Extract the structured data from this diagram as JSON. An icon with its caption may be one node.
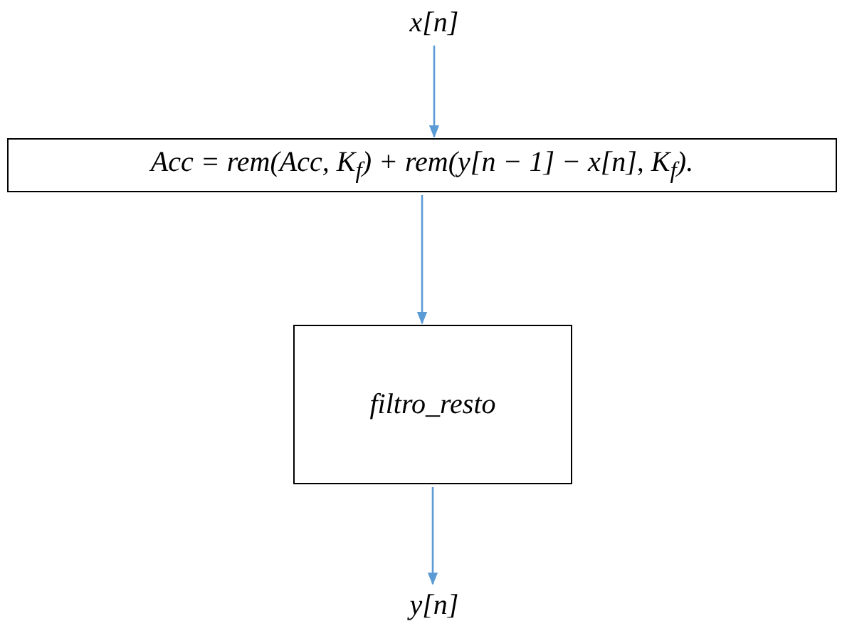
{
  "diagram": {
    "nodes": [
      {
        "text": [
          "x[n]"
        ]
      },
      {
        "text": [
          "Acc = rem(Acc, K$_{f}$) + rem(y[n − 1] − x[n], K$_{f}$)."
        ]
      },
      {
        "text": [
          "filtro_resto"
        ]
      },
      {
        "text": [
          "y[n]"
        ]
      }
    ],
    "edges": [
      {
        "from": 0,
        "to": 1,
        "arrow": "to"
      },
      {
        "from": 1,
        "to": 2,
        "arrow": "to"
      },
      {
        "from": 2,
        "to": 3,
        "arrow": "to"
      }
    ]
  }
}
